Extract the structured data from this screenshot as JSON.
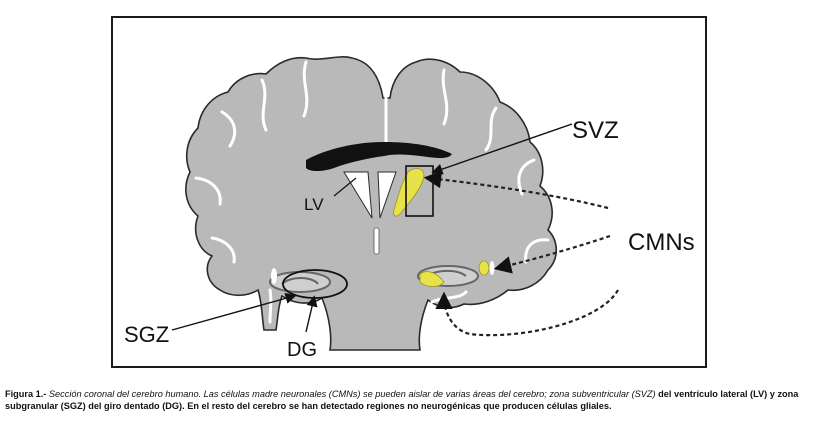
{
  "labels": {
    "svz": "SVZ",
    "cmns": "CMNs",
    "lv": "LV",
    "sgz": "SGZ",
    "dg": "DG"
  },
  "caption": {
    "figure_label": "Figura 1.-",
    "italic_text": " Sección coronal del cerebro humano. Las células madre neuronales (CMNs) se pueden aislar de varias áreas del cerebro; zona subventricular (SVZ)",
    "bold_text": " del ventrículo lateral (LV) y zona subgranular (SGZ) del giro dentado (DG). En el resto del cerebro se han detectado regiones no neurogénicas que producen células gliales."
  },
  "colors": {
    "brain": "#b9b9b9",
    "outline": "#2a2a2a",
    "ventricle": "#111111",
    "highlight": "#e8e24a",
    "background": "#ffffff"
  }
}
